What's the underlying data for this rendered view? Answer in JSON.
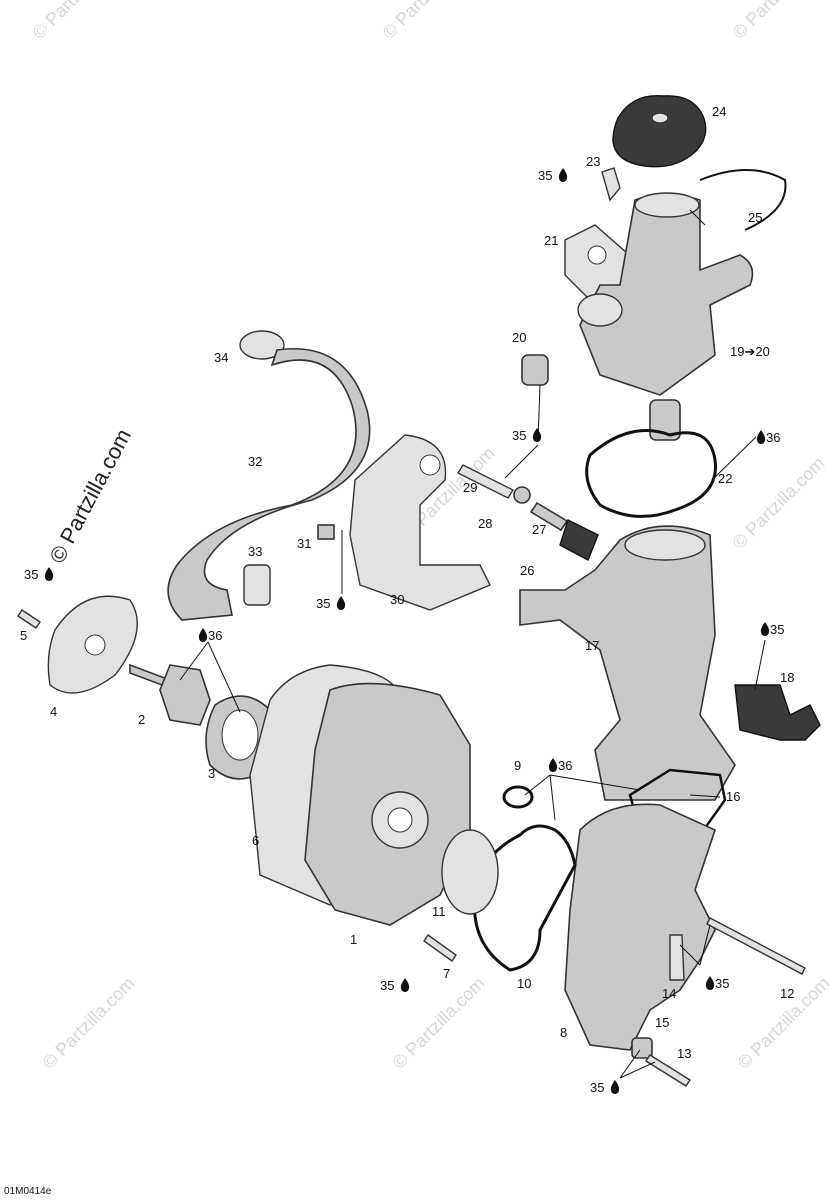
{
  "watermark": {
    "text": "© Partzilla.com"
  },
  "diagram_code": "01M0414e",
  "callouts": {
    "c1": "1",
    "c2": "2",
    "c3": "3",
    "c4": "4",
    "c5": "5",
    "c6": "6",
    "c7": "7",
    "c8": "8",
    "c9": "9",
    "c10": "10",
    "c11": "11",
    "c12": "12",
    "c13": "13",
    "c14": "14",
    "c15": "15",
    "c16": "16",
    "c17": "17",
    "c18": "18",
    "c19": "19➔20",
    "c20": "20",
    "c21": "21",
    "c22": "22",
    "c23": "23",
    "c24": "24",
    "c25": "25",
    "c26": "26",
    "c27": "27",
    "c28": "28",
    "c29": "29",
    "c30": "30",
    "c31": "31",
    "c32": "32",
    "c33": "33",
    "c34": "34",
    "c35": "35",
    "c36": "36"
  },
  "icons": {
    "oil_drop": "oil-drop-icon"
  }
}
